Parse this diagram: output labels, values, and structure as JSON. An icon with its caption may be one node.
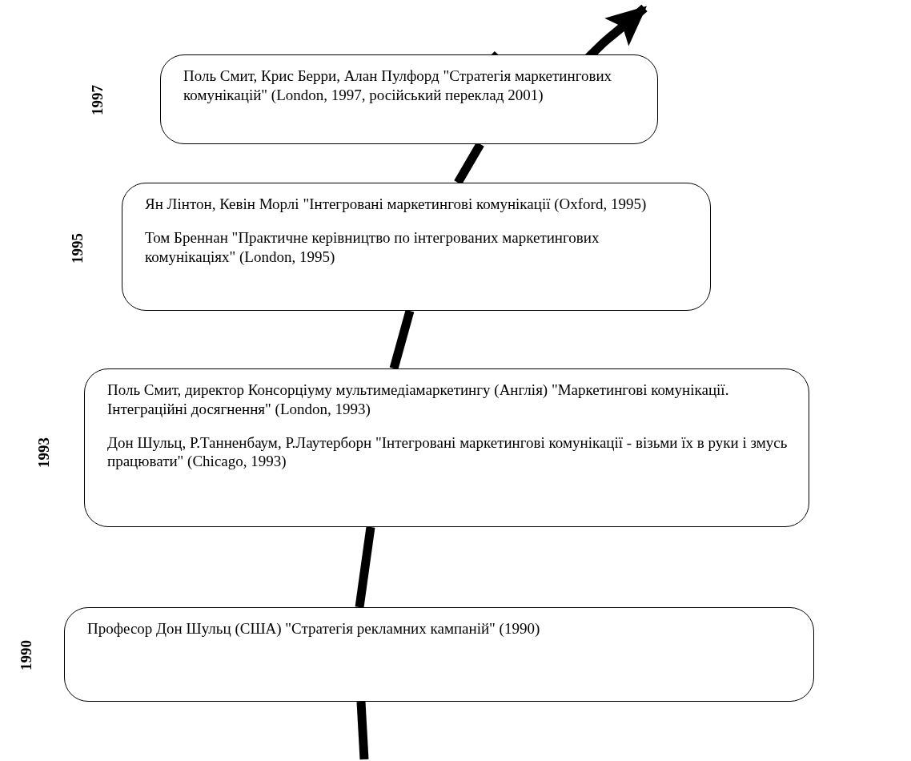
{
  "diagram": {
    "nodes": [
      {
        "text": [
          "Поль Смит, Крис Берри, Алан Пулфорд \"Стратегія маркетингових комунікацій\" (London, 1997, російський переклад 2001)"
        ],
        "beside": [
          "1997"
        ]
      },
      {
        "text": [
          "Ян Лінтон, Кевін Морлі \"Інтегровані маркетингові комунікації (Oxford, 1995)",
          "Том Бреннан \"Практичне керівництво по інтегрованих маркетингових комунікаціях\" (London, 1995)"
        ],
        "beside": [
          "1995"
        ]
      },
      {
        "text": [
          "Поль Смит, директор Консорціуму мультимедіамаркетингу (Англія) \"Маркетингові комунікації. Інтеграційні досягнення\" (London, 1993)",
          "Дон Шульц, Р.Танненбаум, Р.Лаутерборн \"Інтегровані маркетингові комунікації - візьми їх в руки і змусь працювати\" (Chicago, 1993)"
        ],
        "beside": [
          "1993"
        ]
      },
      {
        "text": [
          "Професор Дон Шульц (США) \"Стратегія рекламних кампаній\" (1990)"
        ],
        "beside": [
          "1990"
        ]
      }
    ],
    "edges": [
      {
        "from": null,
        "to": 3,
        "arrow": "none"
      },
      {
        "from": 3,
        "to": 2,
        "arrow": "none"
      },
      {
        "from": 2,
        "to": 1,
        "arrow": "none"
      },
      {
        "from": 1,
        "to": 0,
        "arrow": "none"
      },
      {
        "from": 0,
        "to": null,
        "arrow": "to"
      }
    ]
  }
}
